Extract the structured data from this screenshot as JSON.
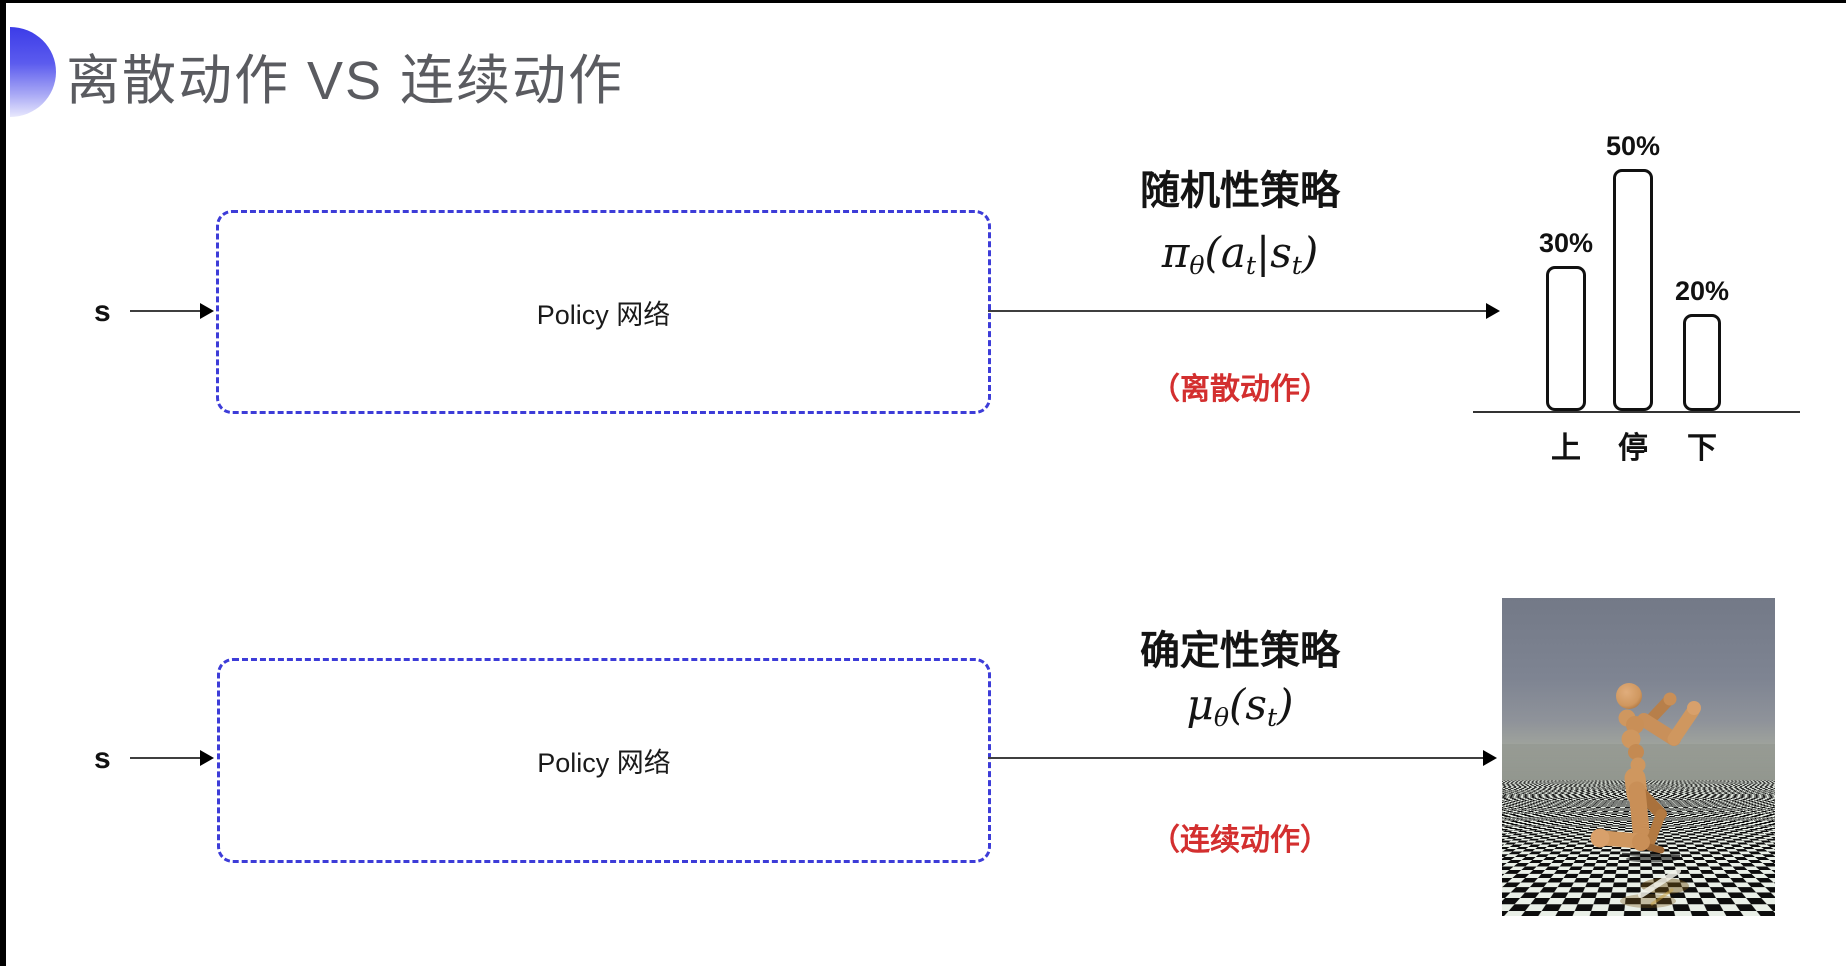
{
  "colors": {
    "box_border_blue": "#3d3cd8",
    "accent_red": "#d32f2f",
    "title_gray": "#5a5b60",
    "diagram_line": "#3f3f3f",
    "sim_sky": "#79808f",
    "sim_floor_light": "#e9efe7",
    "sim_floor_dark": "#0d0d0d",
    "sim_body_tan": "#cf975f"
  },
  "header": {
    "title": "离散动作 VS 连续动作",
    "bullet_icon": "blue-gradient-semicircle"
  },
  "top_flow": {
    "input_label": "s",
    "box_label": "Policy 网络",
    "policy_title": "随机性策略",
    "formula": [
      {
        "t": "π",
        "sub": false
      },
      {
        "t": "θ",
        "sub": true
      },
      {
        "t": "(",
        "sub": false
      },
      {
        "t": "a",
        "sub": false
      },
      {
        "t": "t",
        "sub": true
      },
      {
        "t": "|",
        "sub": false
      },
      {
        "t": "s",
        "sub": false
      },
      {
        "t": "t",
        "sub": true
      },
      {
        "t": ")",
        "sub": false
      }
    ],
    "action_note": "（离散动作）"
  },
  "chart_data": {
    "type": "bar",
    "categories": [
      "上",
      "停",
      "下"
    ],
    "values": [
      30,
      50,
      20
    ],
    "value_labels": [
      "30%",
      "50%",
      "20%"
    ],
    "title": "",
    "xlabel": "",
    "ylabel": "",
    "ylim": [
      0,
      55
    ],
    "grid": false,
    "legend": false,
    "bar_style": "white fill, black rounded outline"
  },
  "bottom_flow": {
    "input_label": "s",
    "box_label": "Policy 网络",
    "policy_title": "确定性策略",
    "formula": [
      {
        "t": "μ",
        "sub": false
      },
      {
        "t": "θ",
        "sub": true
      },
      {
        "t": "(",
        "sub": false
      },
      {
        "t": "s",
        "sub": false
      },
      {
        "t": "t",
        "sub": true
      },
      {
        "t": ")",
        "sub": false
      }
    ],
    "action_note": "（连续动作）",
    "sim_image": "mujoco-humanoid-on-checkerboard"
  }
}
